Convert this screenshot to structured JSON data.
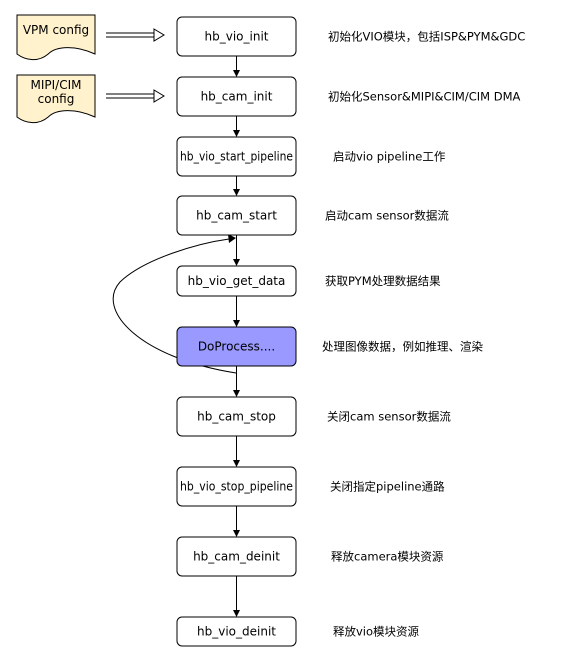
{
  "inputs": [
    {
      "lines": [
        "VPM config"
      ]
    },
    {
      "lines": [
        "MIPI/CIM",
        "config"
      ]
    }
  ],
  "steps": [
    {
      "label": "hb_vio_init",
      "desc": "初始化VIO模块，包括ISP&PYM&GDC"
    },
    {
      "label": "hb_cam_init",
      "desc": "初始化Sensor&MIPI&CIM/CIM DMA"
    },
    {
      "label": "hb_vio_start_pipeline",
      "desc": "启动vio pipeline工作"
    },
    {
      "label": "hb_cam_start",
      "desc": "启动cam sensor数据流"
    },
    {
      "label": "hb_vio_get_data",
      "desc": "获取PYM处理数据结果"
    },
    {
      "label": "DoProcess....",
      "desc": "处理图像数据，例如推理、渲染",
      "highlight": true
    },
    {
      "label": "hb_cam_stop",
      "desc": "关闭cam sensor数据流"
    },
    {
      "label": "hb_vio_stop_pipeline",
      "desc": "关闭指定pipeline通路"
    },
    {
      "label": "hb_cam_deinit",
      "desc": "释放camera模块资源"
    },
    {
      "label": "hb_vio_deinit",
      "desc": "释放vio模块资源"
    }
  ],
  "colors": {
    "highlight_fill": "#9999ff",
    "doc_fill": "#fff2cc",
    "stroke": "#000000"
  }
}
